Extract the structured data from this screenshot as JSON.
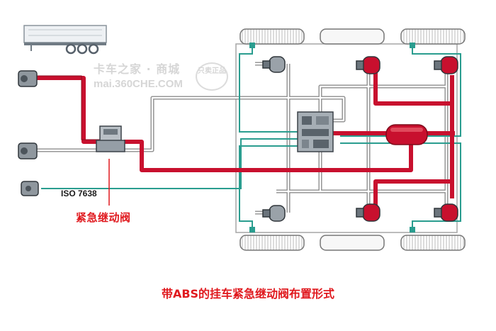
{
  "watermark": {
    "brand": "卡车之家 · 商城",
    "url": "mai.360CHE.COM",
    "seal": "只卖正品"
  },
  "labels": {
    "iso": "ISO 7638",
    "valve": "紧急继动阀",
    "caption": "带ABS的挂车紧急继动阀布置形式"
  },
  "colors": {
    "air_line": "#c8102e",
    "signal_line": "#2a9d8f",
    "pipe_gray": "#9a9a9a",
    "caption": "#e0191e"
  }
}
